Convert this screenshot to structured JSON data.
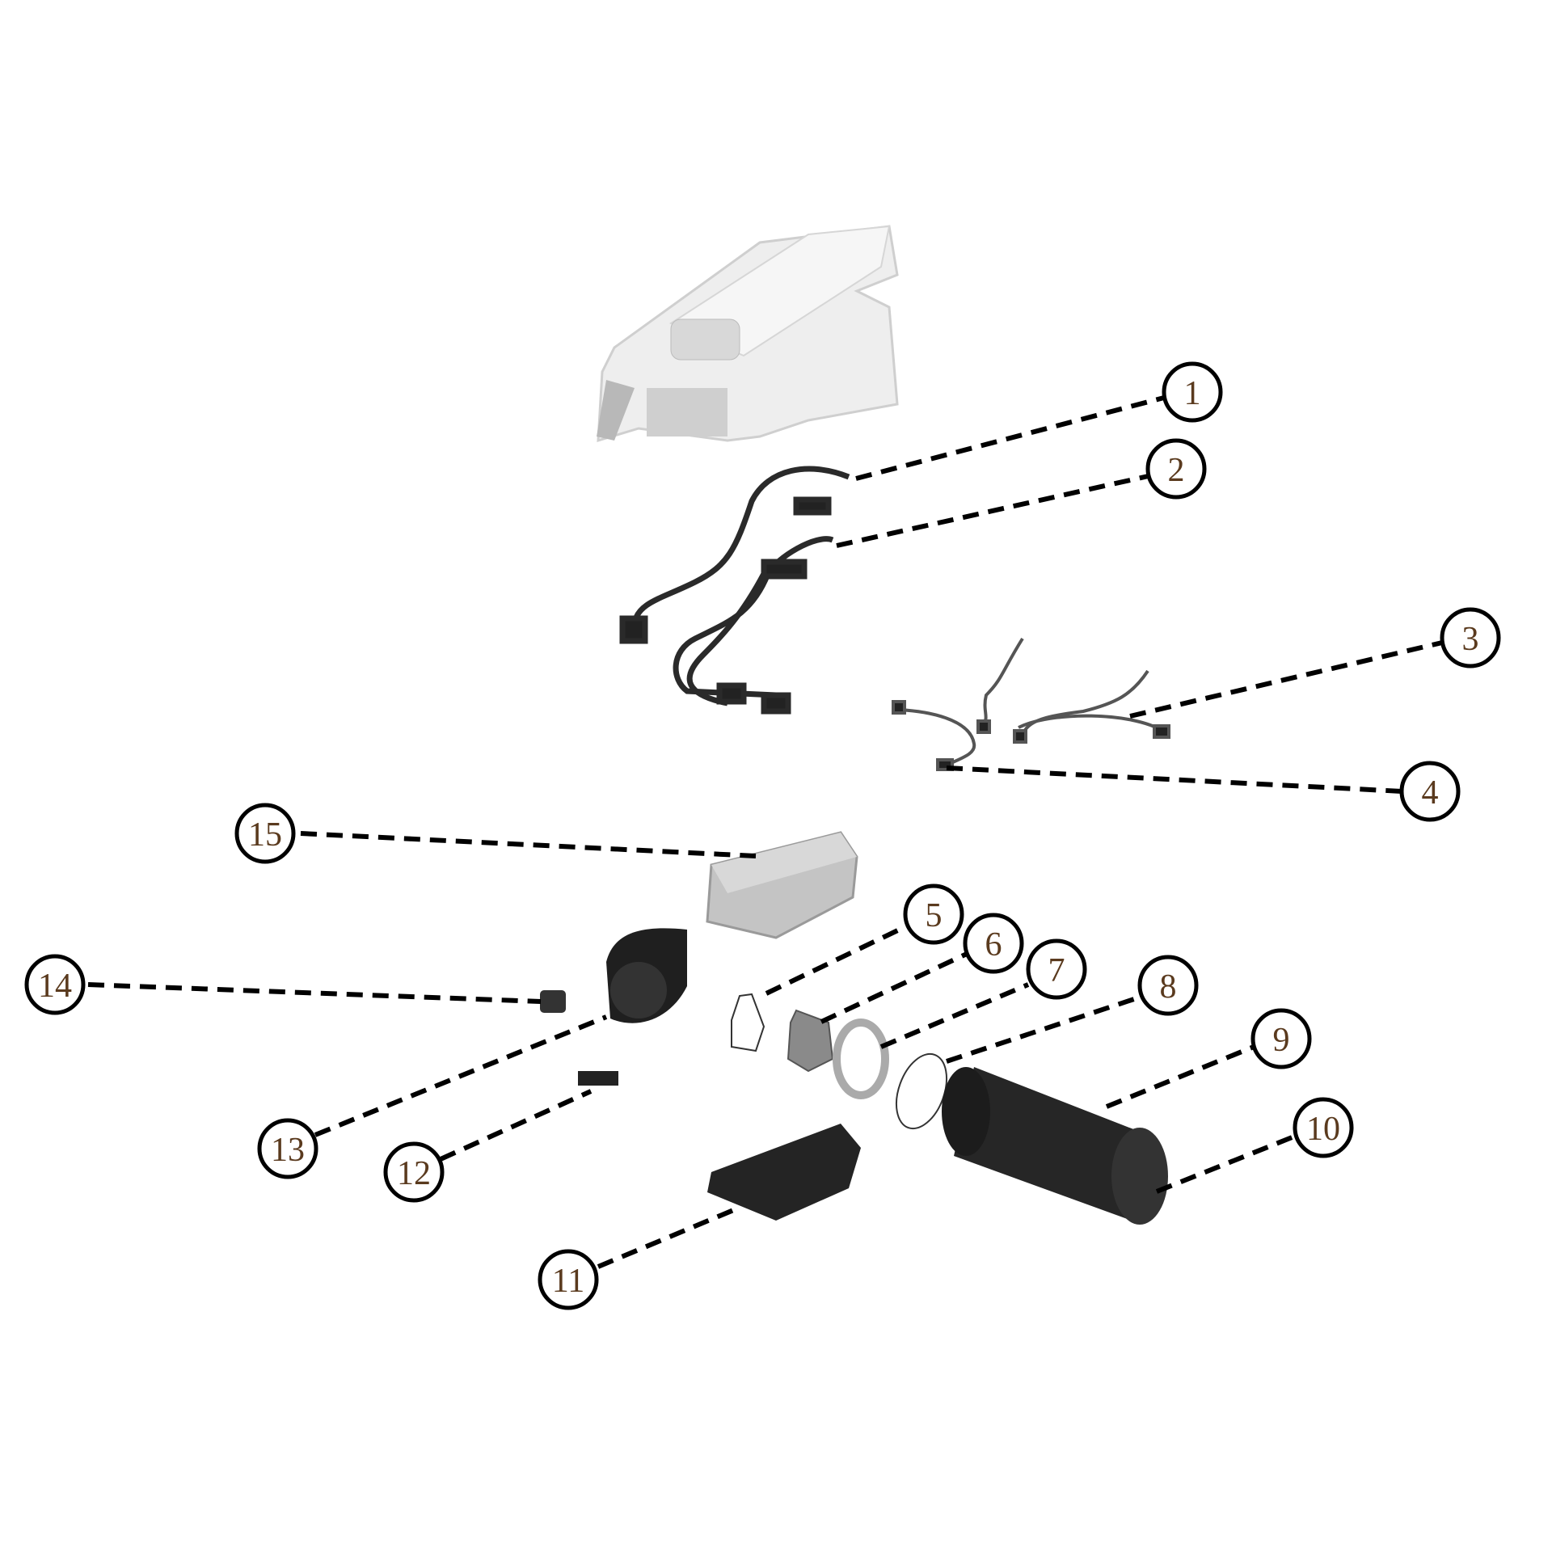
{
  "diagram": {
    "type": "exploded-parts-view",
    "colors": {
      "callout_stroke": "#000000",
      "callout_text": "#5a3a1e",
      "part_dark": "#222222",
      "part_light": "#e8e8e8",
      "part_metal": "#bdbdbd"
    },
    "callouts": [
      {
        "label": "1"
      },
      {
        "label": "2"
      },
      {
        "label": "3"
      },
      {
        "label": "4"
      },
      {
        "label": "5"
      },
      {
        "label": "6"
      },
      {
        "label": "7"
      },
      {
        "label": "8"
      },
      {
        "label": "9"
      },
      {
        "label": "10"
      },
      {
        "label": "11"
      },
      {
        "label": "12"
      },
      {
        "label": "13"
      },
      {
        "label": "14"
      },
      {
        "label": "15"
      }
    ]
  }
}
